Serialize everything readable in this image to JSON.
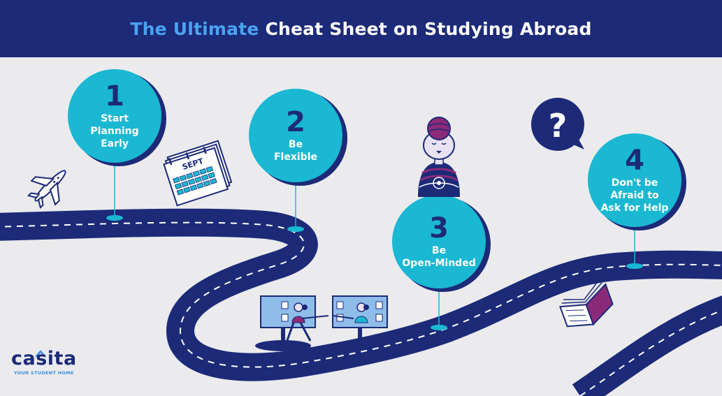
{
  "title": {
    "highlight": "The Ultimate",
    "rest": "Cheat Sheet on Studying Abroad"
  },
  "steps": [
    {
      "number": "1",
      "label": "Start\nPlanning\nEarly"
    },
    {
      "number": "2",
      "label": "Be\nFlexible"
    },
    {
      "number": "3",
      "label": "Be\nOpen-Minded"
    },
    {
      "number": "4",
      "label": "Don't be\nAfraid to\nAsk for Help"
    }
  ],
  "calendar": {
    "month": "SEPT"
  },
  "question_mark": "?",
  "logo": {
    "name": "casita",
    "tagline": "YOUR STUDENT HOME"
  },
  "colors": {
    "navy": "#1c2a78",
    "teal": "#1ab8d2",
    "accent_blue": "#4aa3f0",
    "background": "#ebebed",
    "magenta": "#8b2a78"
  },
  "icons": [
    "airplane-icon",
    "calendar-icon",
    "question-bubble-icon",
    "person-illustration",
    "video-call-illustration",
    "open-book-icon",
    "logo-house-icon"
  ]
}
